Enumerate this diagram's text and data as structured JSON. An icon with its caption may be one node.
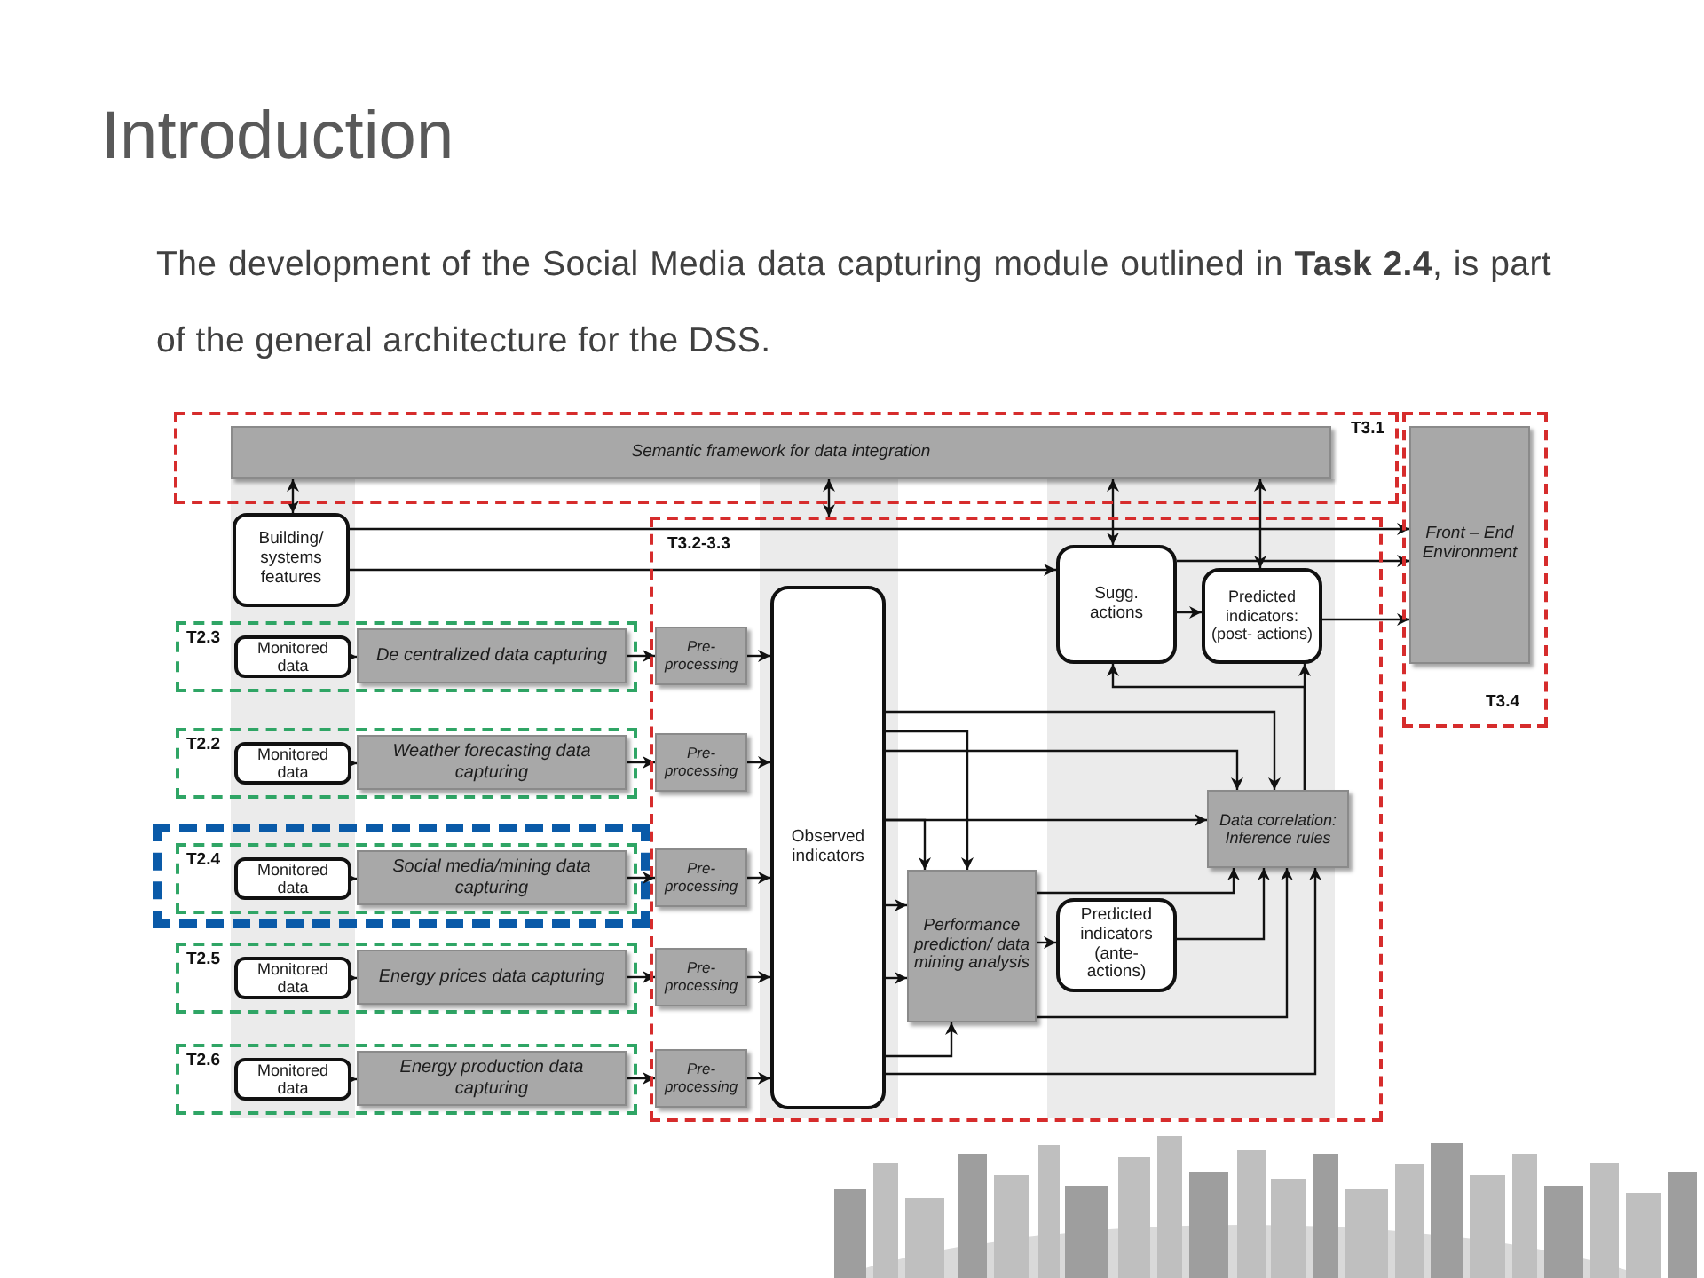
{
  "diagram": {
    "title": "Introduction",
    "nodes": [
      {
        "text": [
          "T3.1"
        ]
      },
      {
        "text": [
          "Semantic framework for data integration"
        ],
        "in": 0
      },
      {
        "text": [
          "T3.2-3.3"
        ]
      },
      {
        "text": [
          "T3.4"
        ]
      },
      {
        "text": [
          "Front – End Environment"
        ],
        "in": 3
      },
      {
        "text": [
          "Building/ systems features"
        ]
      },
      {
        "text": [
          "T2.3"
        ]
      },
      {
        "text": [
          "Monitored data"
        ],
        "in": 6
      },
      {
        "text": [
          "De centralized data capturing"
        ],
        "in": 6
      },
      {
        "text": [
          "T2.2"
        ]
      },
      {
        "text": [
          "Monitored data"
        ],
        "in": 9
      },
      {
        "text": [
          "Weather forecasting data capturing"
        ],
        "in": 9
      },
      {
        "text": [
          "T2.4"
        ]
      },
      {
        "text": [
          "Monitored data"
        ],
        "in": 12
      },
      {
        "text": [
          "Social media/mining data capturing"
        ],
        "in": 12
      },
      {
        "text": [
          "T2.5"
        ]
      },
      {
        "text": [
          "Monitored data"
        ],
        "in": 15
      },
      {
        "text": [
          "Energy prices data capturing"
        ],
        "in": 15
      },
      {
        "text": [
          "T2.6"
        ]
      },
      {
        "text": [
          "Monitored data"
        ],
        "in": 18
      },
      {
        "text": [
          "Energy production data capturing"
        ],
        "in": 18
      },
      {
        "text": [
          "Pre- processing"
        ],
        "in": 2
      },
      {
        "text": [
          "Pre- processing"
        ],
        "in": 2
      },
      {
        "text": [
          "Pre- processing"
        ],
        "in": 2
      },
      {
        "text": [
          "Pre- processing"
        ],
        "in": 2
      },
      {
        "text": [
          "Pre- processing"
        ],
        "in": 2
      },
      {
        "text": [
          "Observed indicators"
        ],
        "in": 2
      },
      {
        "text": [
          "Sugg. actions"
        ],
        "in": 2
      },
      {
        "text": [
          "Predicted indicators: (post- actions)"
        ],
        "in": 2
      },
      {
        "text": [
          "Data correlation: Inference rules"
        ],
        "in": 2
      },
      {
        "text": [
          "Performance prediction/ data mining analysis"
        ],
        "in": 2
      },
      {
        "text": [
          "Predicted indicators (ante- actions)"
        ],
        "in": 2
      }
    ],
    "edges": [
      {
        "from": 1,
        "to": 5,
        "arrow": "both"
      },
      {
        "from": 1,
        "to": 2,
        "arrow": "both"
      },
      {
        "from": 1,
        "to": 27,
        "arrow": "both"
      },
      {
        "from": 1,
        "to": 28,
        "arrow": "both"
      },
      {
        "from": 5,
        "to": 4,
        "arrow": "to"
      },
      {
        "from": 5,
        "to": 27,
        "arrow": "to"
      },
      {
        "from": 27,
        "to": 4,
        "arrow": "to"
      },
      {
        "from": 27,
        "to": 28,
        "arrow": "to"
      },
      {
        "from": 28,
        "to": 4,
        "arrow": "to"
      },
      {
        "from": 7,
        "to": 8,
        "arrow": "to"
      },
      {
        "from": 8,
        "to": 21,
        "arrow": "to"
      },
      {
        "from": 21,
        "to": 26,
        "arrow": "to"
      },
      {
        "from": 10,
        "to": 11,
        "arrow": "to"
      },
      {
        "from": 11,
        "to": 22,
        "arrow": "to"
      },
      {
        "from": 22,
        "to": 26,
        "arrow": "to"
      },
      {
        "from": 13,
        "to": 14,
        "arrow": "to"
      },
      {
        "from": 14,
        "to": 23,
        "arrow": "to"
      },
      {
        "from": 23,
        "to": 26,
        "arrow": "to"
      },
      {
        "from": 16,
        "to": 17,
        "arrow": "to"
      },
      {
        "from": 17,
        "to": 24,
        "arrow": "to"
      },
      {
        "from": 24,
        "to": 26,
        "arrow": "to"
      },
      {
        "from": 19,
        "to": 20,
        "arrow": "to"
      },
      {
        "from": 20,
        "to": 25,
        "arrow": "to"
      },
      {
        "from": 25,
        "to": 26,
        "arrow": "to"
      },
      {
        "from": 26,
        "to": 29,
        "arrow": "to"
      },
      {
        "from": 26,
        "to": 29,
        "arrow": "to"
      },
      {
        "from": 26,
        "to": 30,
        "arrow": "to"
      },
      {
        "from": 26,
        "to": 29,
        "arrow": "to"
      },
      {
        "from": 26,
        "to": 30,
        "arrow": "to"
      },
      {
        "from": 26,
        "to": 30,
        "arrow": "to"
      },
      {
        "from": 26,
        "to": 30,
        "arrow": "to"
      },
      {
        "from": 26,
        "to": 30,
        "arrow": "to"
      },
      {
        "from": 26,
        "to": 29,
        "arrow": "to"
      },
      {
        "from": 30,
        "to": 29,
        "arrow": "to"
      },
      {
        "from": 30,
        "to": 31,
        "arrow": "to"
      },
      {
        "from": 31,
        "to": 29,
        "arrow": "to"
      },
      {
        "from": 30,
        "to": 29,
        "arrow": "to"
      },
      {
        "from": 29,
        "to": 28,
        "arrow": "to"
      },
      {
        "from": 29,
        "to": 27,
        "arrow": "to"
      }
    ],
    "labels": [
      "The development of the Social Media data capturing module outlined in **Task 2.4**, is part of the general architecture for the DSS."
    ]
  }
}
